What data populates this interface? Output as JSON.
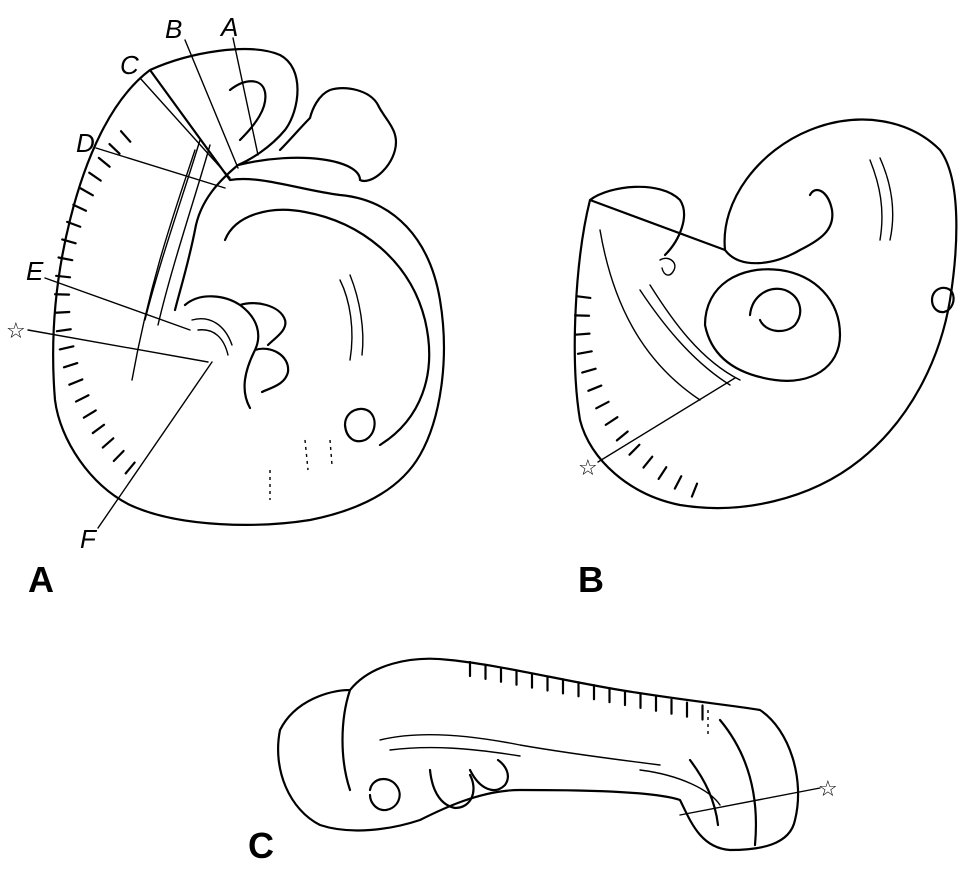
{
  "panels": [
    {
      "id": "A",
      "label": "A",
      "callouts": [
        "A",
        "B",
        "C",
        "D",
        "E",
        "F"
      ],
      "marker_symbol": "☆"
    },
    {
      "id": "B",
      "label": "B",
      "marker_symbol": "☆"
    },
    {
      "id": "C",
      "label": "C",
      "marker_symbol": "☆"
    }
  ],
  "colors": {
    "ink": "#000000",
    "background": "#ffffff"
  }
}
